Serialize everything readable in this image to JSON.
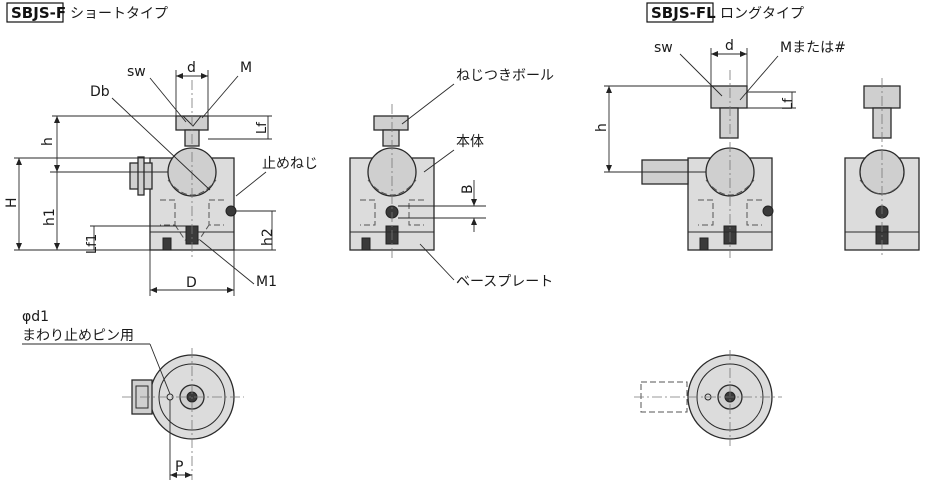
{
  "left_figure": {
    "model": "SBJS-F",
    "type_name": "ショートタイプ",
    "labels": {
      "sw": "sw",
      "d": "d",
      "M": "M",
      "Db": "Db",
      "Lf": "Lf",
      "h": "h",
      "H": "H",
      "h1": "h1",
      "Lf1": "Lf1",
      "h2": "h2",
      "D": "D",
      "M1": "M1",
      "set_screw": "止めねじ"
    }
  },
  "middle_figure": {
    "labels": {
      "ball": "ねじつきボール",
      "body": "本体",
      "B": "B",
      "base_plate": "ベースプレート"
    }
  },
  "right_figure": {
    "model": "SBJS-FL",
    "type_name": "ロングタイプ",
    "labels": {
      "sw": "sw",
      "d": "d",
      "M_or_hash": "Mまたは#",
      "h": "h",
      "Lf": "Lf"
    }
  },
  "top_view": {
    "labels": {
      "phi_d1": "φd1",
      "pin_note": "まわり止めピン用",
      "P": "P"
    }
  }
}
